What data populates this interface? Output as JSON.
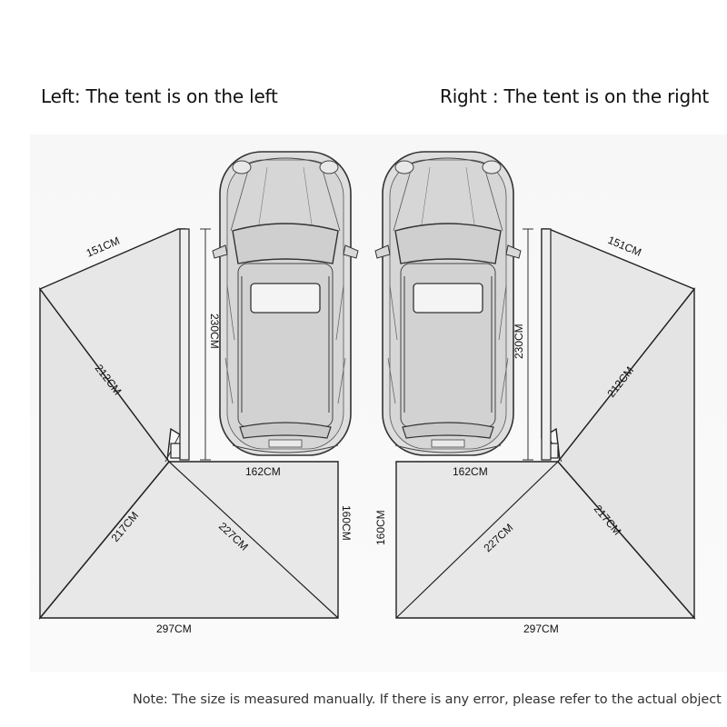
{
  "titles": {
    "left": "Left: The tent is on the left",
    "right": "Right : The tent is on the right"
  },
  "dimensions": {
    "edge_151": "151CM",
    "diag_212": "212CM",
    "height_230": "230CM",
    "width_162": "162CM",
    "depth_160": "160CM",
    "diag_217": "217CM",
    "diag_227": "227CM",
    "width_297": "297CM"
  },
  "note": "Note: The size is measured manually. If there is any error, please refer to the actual object",
  "colors": {
    "canopy": "#e6e6e6",
    "car": "#dcdcdc",
    "ground": "#f1f1f1",
    "line": "#333333"
  }
}
